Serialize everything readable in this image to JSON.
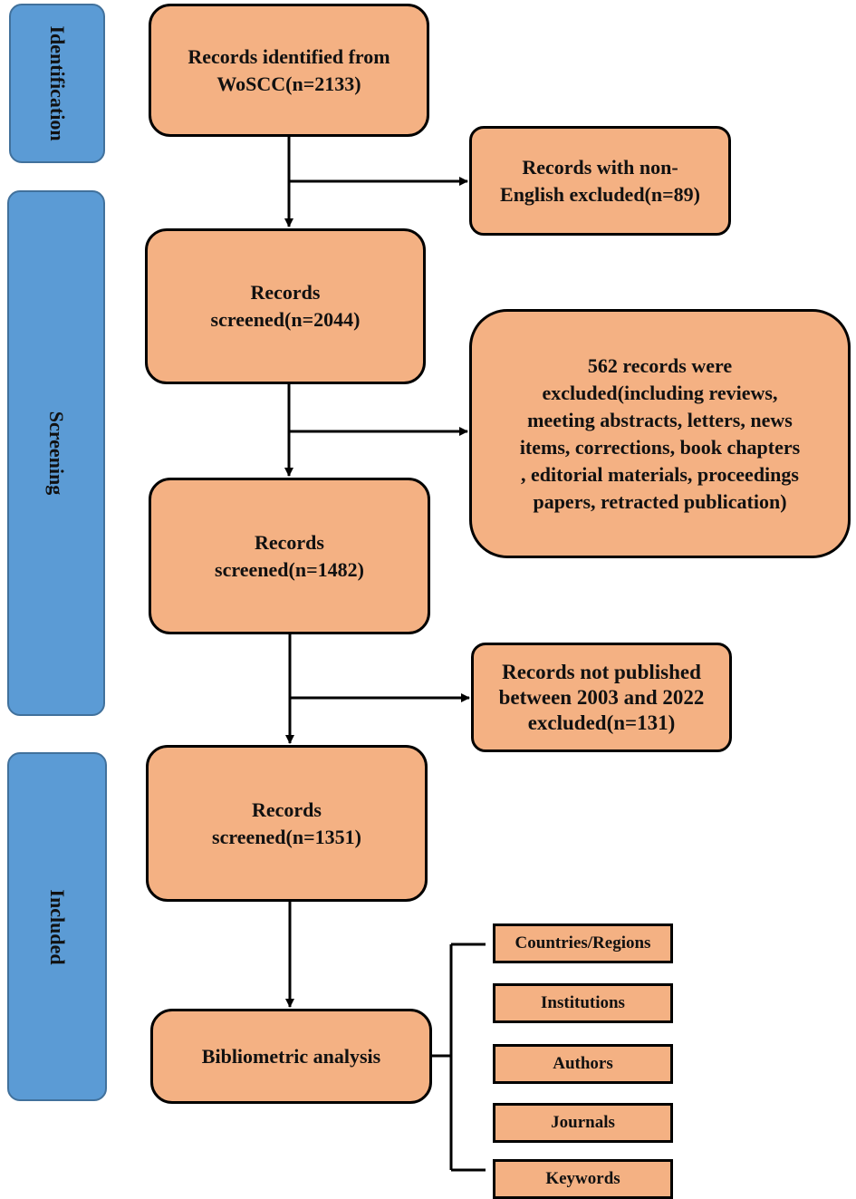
{
  "stages": {
    "identification": "Identification",
    "screening": "Screening",
    "included": "Included"
  },
  "main_boxes": {
    "identified": "Records identified from\nWoSCC(n=2133)",
    "screened_2044": "Records\nscreened(n=2044)",
    "screened_1482": "Records\nscreened(n=1482)",
    "screened_1351": "Records\nscreened(n=1351)",
    "analysis": "Bibliometric analysis"
  },
  "exclusions": {
    "non_english": "Records with non-\nEnglish excluded(n=89)",
    "types": "562 records were\nexcluded(including reviews,\nmeeting abstracts, letters, news\nitems, corrections, book chapters\n, editorial materials, proceedings\npapers, retracted publication)",
    "years": "Records not published\nbetween 2003 and 2022\nexcluded(n=131)"
  },
  "analysis_items": [
    "Countries/Regions",
    "Institutions",
    "Authors",
    "Journals",
    "Keywords"
  ],
  "colors": {
    "box_fill": "#f4b183",
    "stage_fill": "#5b9bd5",
    "stroke": "#000000"
  }
}
